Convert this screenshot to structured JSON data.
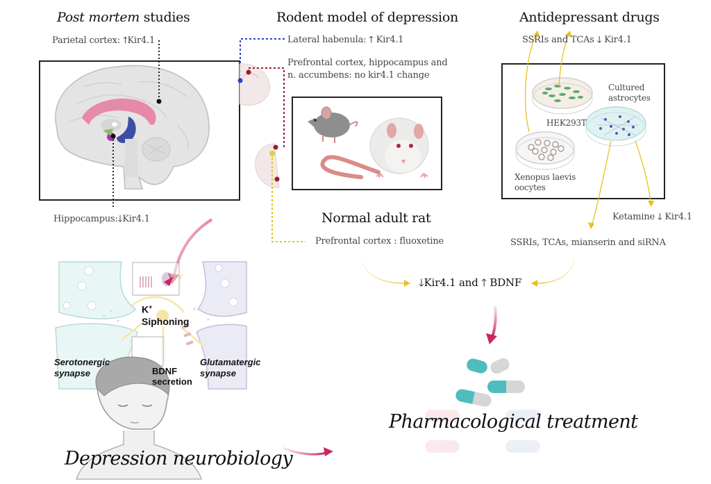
{
  "post_mortem": {
    "title_italic": "Post mortem",
    "title_rest": " studies",
    "parietal": {
      "label": "Parietal cortex:",
      "direction": "up",
      "target": "Kir4.1"
    },
    "hippocampus": {
      "label": "Hippocampus:",
      "direction": "down",
      "target": "Kir4.1"
    }
  },
  "rodent": {
    "title": "Rodent model of depression",
    "lateral_habenula": {
      "label": "Lateral habenula:",
      "direction": "up",
      "target": "Kir4.1"
    },
    "no_change_line1": "Prefrontal cortex, hippocampus and",
    "no_change_line2": "n. accumbens: no kir4.1 change",
    "normal_title": "Normal adult rat",
    "fluoxetine": "Prefrontal cortex : fluoxetine"
  },
  "antidepressants": {
    "title": "Antidepressant drugs",
    "ssri_tca": {
      "label": "SSRIs and TCAs",
      "direction": "down",
      "target": "Kir4.1"
    },
    "hek": "HEK293T",
    "astro_line1": "Cultured",
    "astro_line2": "astrocytes",
    "xenopus_line1": "Xenopus laevis",
    "xenopus_line2": "oocytes",
    "ketamine": {
      "label": "Ketamine",
      "direction": "down",
      "target": "Kir4.1"
    },
    "combo": "SSRIs, TCAs, mianserin  and siRNA"
  },
  "outcome": {
    "down_target": "Kir4.1 and",
    "up_target": "BDNF"
  },
  "synapse": {
    "k_label": "K",
    "k_sup": "+",
    "siphoning": "Siphoning",
    "serotonergic_line1": "Serotonergic",
    "serotonergic_line2": "synapse",
    "glutamatergic_line1": "Glutamatergic",
    "glutamatergic_line2": "synapse",
    "bdnf_line1": "BDNF",
    "bdnf_line2": "secretion"
  },
  "footer": {
    "depression": "Depression neurobiology",
    "pharma": "Pharmacological treatment"
  },
  "colors": {
    "magenta_arrow": "#c8285a",
    "yellow_arrow": "#e8c020",
    "blue_dot": "#2b3fd0",
    "red_dot": "#9b1b30",
    "teal_capsule": "#4fbdbd"
  }
}
